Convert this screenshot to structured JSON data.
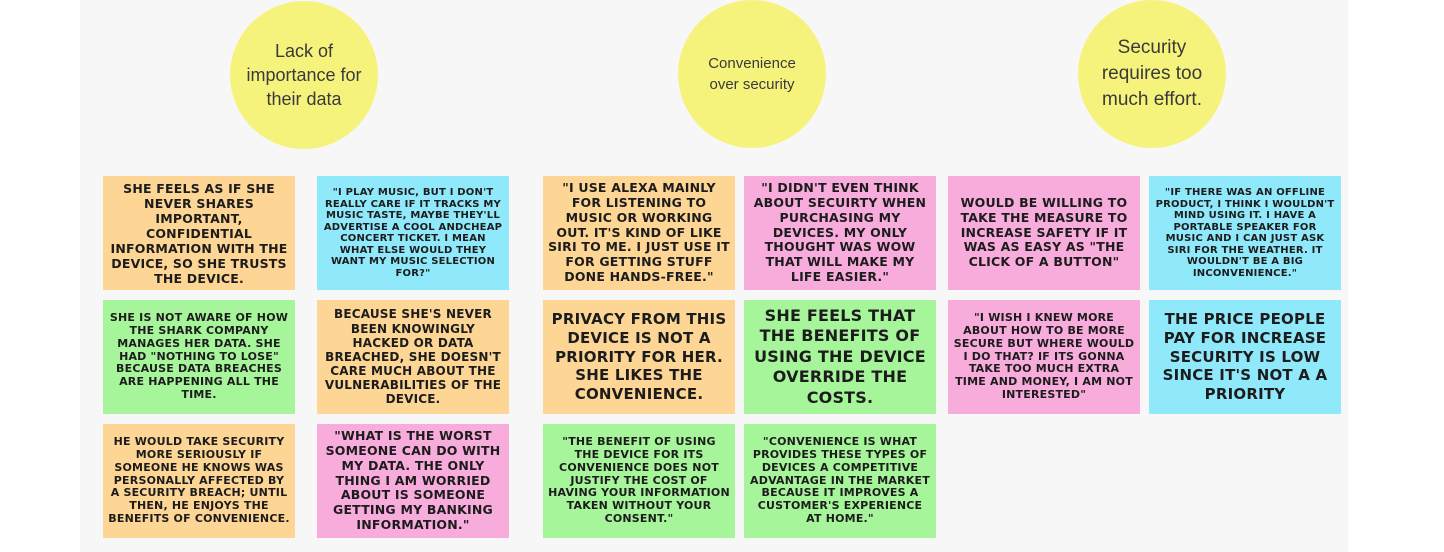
{
  "colors": {
    "circle": "#f6f37d",
    "orange": "#fdd594",
    "blue": "#90e8fb",
    "green": "#a7f59b",
    "pink": "#f8acdc"
  },
  "themes": [
    {
      "title": "Lack of importance for their data",
      "notes": [
        {
          "color": "orange",
          "text": "She feels as if she never shares important, confidential information with the device, so she trusts the device."
        },
        {
          "color": "blue",
          "text": "\"I play music, but I don't really care if it tracks my music taste, maybe they'll advertise a cool andcheap concert ticket. I mean what else would they want my music selection for?\""
        },
        {
          "color": "green",
          "text": "She is not aware of how the shark company manages her data. She had \"nothing to lose\" because data breaches are happening all the time."
        },
        {
          "color": "orange",
          "text": "Because she's never been knowingly hacked or data breached, she doesn't care much about the vulnerabilities of the device."
        },
        {
          "color": "orange",
          "text": "He would take security more seriously if someone he knows was personally affected by a security breach; until then, he enjoys the benefits of convenience."
        },
        {
          "color": "pink",
          "text": "\"What is the worst someone can do with my data. The only thing I am worried about is someone getting my banking information.\""
        }
      ]
    },
    {
      "title": "Convenience over security",
      "notes": [
        {
          "color": "orange",
          "text": "\"I use Alexa mainly for listening to music or working out. It's kind of like Siri to me. I just use it for getting stuff done hands-free.\""
        },
        {
          "color": "pink",
          "text": "\"I didn't even think about secuirty when purchasing my devices. My only thought was wow that will make my life easier.\""
        },
        {
          "color": "orange",
          "text": "Privacy from this device is not a priority for her. She likes the convenience."
        },
        {
          "color": "green",
          "text": "She feels that the benefits of using the device override the costs."
        },
        {
          "color": "green",
          "text": "\"The benefit of using the device for its convenience does not justify the cost of having your information taken without your consent.\""
        },
        {
          "color": "green",
          "text": "\"Convenience is what provides these types of devices a competitive advantage in the market because it improves a customer's experience at home.\""
        }
      ]
    },
    {
      "title": "Security requires too much effort.",
      "notes": [
        {
          "color": "pink",
          "text": "Would be willing to take the measure to increase safety if it was as easy as \"the click of a button\""
        },
        {
          "color": "blue",
          "text": "\"If there was an offline product, I think I wouldn't mind using it. I have a portable speaker for music and I can just ask Siri for the weather. It wouldn't be a big inconvenience.\""
        },
        {
          "color": "pink",
          "text": "\"I wish I knew more about how to be more secure but where would I do that? If its gonna take too much extra time and money, I am not interested\""
        },
        {
          "color": "blue",
          "text": "The price people pay for increase security is low since it's not a a priority"
        }
      ]
    }
  ]
}
